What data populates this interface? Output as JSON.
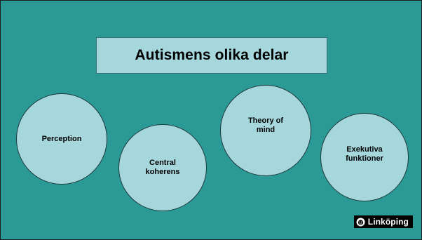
{
  "slide": {
    "title": "Autismens olika delar",
    "circles": [
      {
        "label": "Perception"
      },
      {
        "label": "Central\nkoherens"
      },
      {
        "label": "Theory of\nmind"
      },
      {
        "label": "Exekutiva\nfunktioner"
      }
    ]
  },
  "logo": {
    "text": "Linköping",
    "icon": "lion-head-icon"
  },
  "colors": {
    "background": "#2b9a97",
    "shape_fill": "#a6d7dd",
    "logo_bg": "#000000"
  }
}
